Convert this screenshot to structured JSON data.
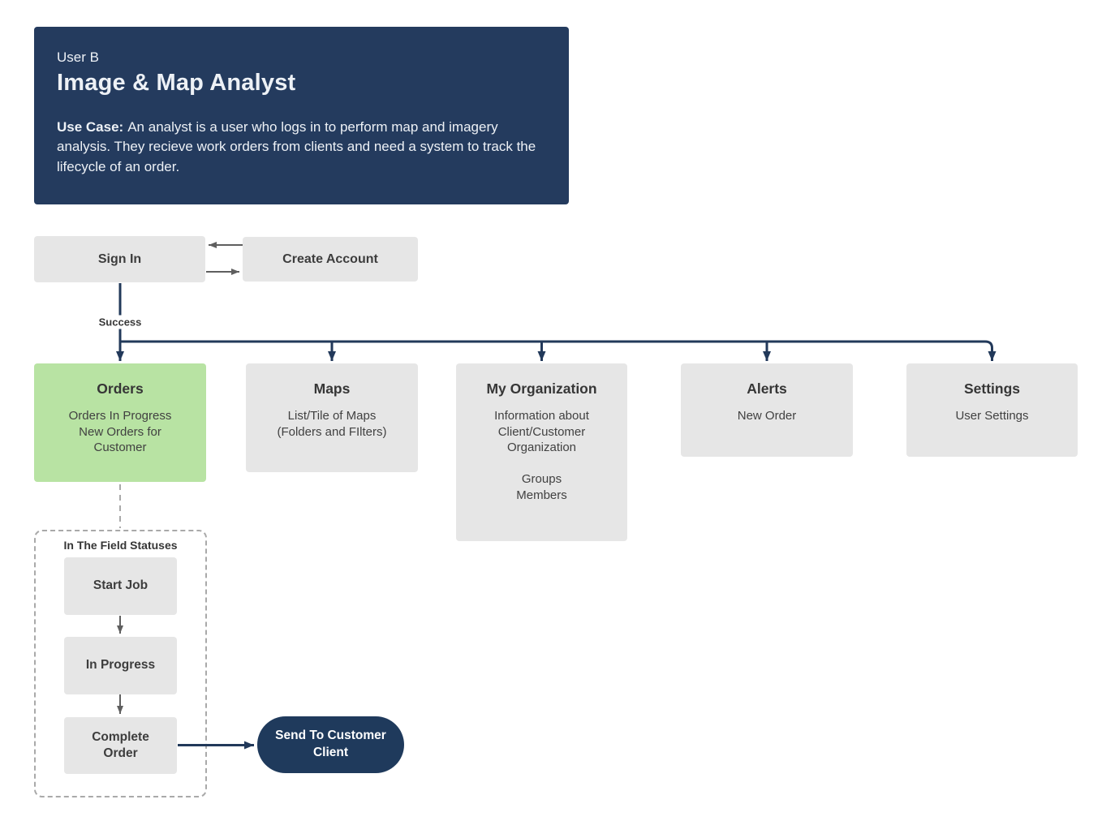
{
  "colors": {
    "navy_panel": "#243b5e",
    "navy_pill": "#1f3a5c",
    "connector_navy": "#22395a",
    "connector_gray": "#5f5f5f",
    "box_gray": "#e6e6e6",
    "box_green": "#b8e3a3",
    "dashed_border": "#a9a9a9",
    "text_dark": "#3d3d3d",
    "text_light": "#edf1f6"
  },
  "header": {
    "user_label": "User B",
    "title": "Image & Map Analyst",
    "use_case_label": "Use Case:",
    "use_case_text": "An analyst is a user who logs in to perform map and imagery analysis. They recieve work orders from clients and need a system to track the lifecycle of an order."
  },
  "auth": {
    "sign_in": "Sign In",
    "create_account": "Create Account",
    "success": "Success"
  },
  "nav": {
    "orders": {
      "title": "Orders",
      "body": "Orders In Progress\nNew Orders for\nCustomer"
    },
    "maps": {
      "title": "Maps",
      "body": "List/Tile of Maps\n(Folders and FIlters)"
    },
    "organization": {
      "title": "My Organization",
      "body": "Information about\nClient/Customer\nOrganization\n\nGroups\nMembers"
    },
    "alerts": {
      "title": "Alerts",
      "body": "New Order"
    },
    "settings": {
      "title": "Settings",
      "body": "User Settings"
    }
  },
  "field_statuses": {
    "label": "In The Field Statuses",
    "start_job": "Start Job",
    "in_progress": "In Progress",
    "complete_order": "Complete\nOrder"
  },
  "send_to_customer": "Send To Customer\nClient"
}
